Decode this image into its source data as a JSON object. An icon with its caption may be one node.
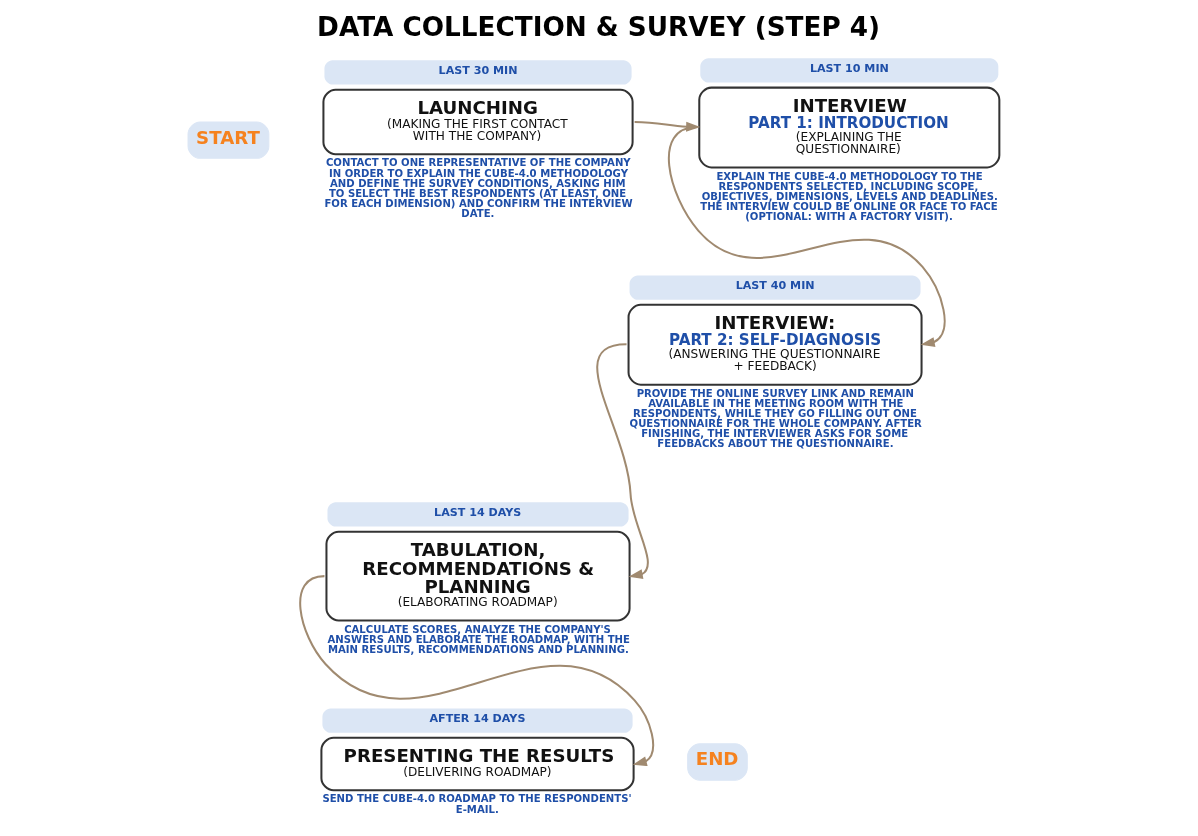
{
  "diagram": {
    "title": "DATA COLLECTION & SURVEY (STEP 4)",
    "nodes": [
      {
        "text": [
          "START"
        ]
      },
      {
        "text": [
          "LAUNCHING",
          "(MAKING THE FIRST CONTACT WITH THE COMPANY)"
        ],
        "beside": [
          "LAST 30 MIN",
          "CONTACT TO ONE REPRESENTATIVE OF THE COMPANY IN ORDER TO EXPLAIN THE CUBE-4.0 METHODOLOGY AND DEFINE THE SURVEY CONDITIONS, ASKING HIM TO SELECT THE BEST RESPONDENTS (AT LEAST, ONE FOR EACH DIMENSION) AND CONFIRM THE INTERVIEW DATE."
        ]
      },
      {
        "text": [
          "INTERVIEW",
          "PART 1: INTRODUCTION",
          "(EXPLAINING THE QUESTIONNAIRE)"
        ],
        "beside": [
          "LAST 10 MIN",
          "EXPLAIN THE CUBE-4.0 METHODOLOGY TO THE RESPONDENTS SELECTED, INCLUDING SCOPE, OBJECTIVES, DIMENSIONS, LEVELS AND DEADLINES. THE INTERVIEW COULD BE ONLINE OR FACE TO FACE (OPTIONAL: WITH A FACTORY VISIT)."
        ]
      },
      {
        "text": [
          "INTERVIEW:",
          "PART 2: SELF-DIAGNOSIS",
          "(ANSWERING THE QUESTIONNAIRE + FEEDBACK)"
        ],
        "beside": [
          "LAST 40 MIN",
          "PROVIDE THE ONLINE SURVEY LINK AND REMAIN AVAILABLE IN THE MEETING ROOM WITH THE RESPONDENTS, WHILE THEY GO FILLING OUT ONE QUESTIONNAIRE FOR THE WHOLE COMPANY. AFTER FINISHING, THE INTERVIEWER ASKS FOR SOME FEEDBACKS ABOUT THE QUESTIONNAIRE."
        ]
      },
      {
        "text": [
          "TABULATION, RECOMMENDATIONS & PLANNING",
          "(ELABORATING ROADMAP)"
        ],
        "beside": [
          "LAST 14 DAYS",
          "CALCULATE SCORES, ANALYZE THE COMPANY'S ANSWERS AND ELABORATE THE ROADMAP, WITH THE MAIN RESULTS, RECOMMENDATIONS AND PLANNING."
        ]
      },
      {
        "text": [
          "PRESENTING THE RESULTS",
          "(DELIVERING ROADMAP)"
        ],
        "beside": [
          "AFTER 14 DAYS",
          "SEND THE CUBE-4.0 ROADMAP TO THE RESPONDENTS' E-MAIL."
        ]
      },
      {
        "text": [
          "END"
        ]
      }
    ],
    "edges": [
      {
        "from": 1,
        "to": 2,
        "arrow": "to"
      },
      {
        "from": 2,
        "to": 3,
        "arrow": "to"
      },
      {
        "from": 3,
        "to": 4,
        "arrow": "to"
      },
      {
        "from": 4,
        "to": 5,
        "arrow": "to"
      }
    ]
  }
}
